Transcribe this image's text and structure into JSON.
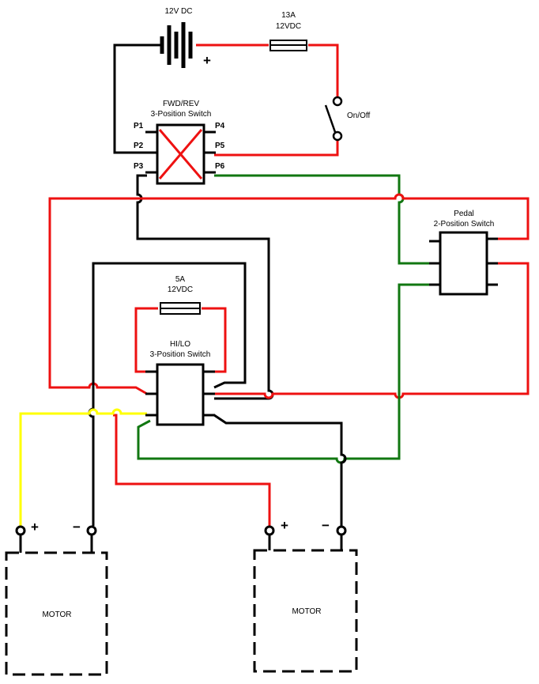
{
  "colors": {
    "positive": "#ee1111",
    "negative": "#000000",
    "control": "#117711",
    "motor_feed": "#ffff00"
  },
  "battery": {
    "label": "12V DC",
    "plus": "+"
  },
  "fuse_main": {
    "rating": "13A",
    "voltage": "12VDC"
  },
  "onoff_switch": {
    "label": "On/Off"
  },
  "fwd_rev_switch": {
    "title": "FWD/REV",
    "subtitle": "3-Position Switch",
    "pins": {
      "p1": "P1",
      "p2": "P2",
      "p3": "P3",
      "p4": "P4",
      "p5": "P5",
      "p6": "P6"
    }
  },
  "pedal_switch": {
    "title": "Pedal",
    "subtitle": "2-Position Switch"
  },
  "fuse_hilo": {
    "rating": "5A",
    "voltage": "12VDC"
  },
  "hilo_switch": {
    "title": "HI/LO",
    "subtitle": "3-Position Switch"
  },
  "motor_left": {
    "label": "MOTOR",
    "plus": "+",
    "minus": "−"
  },
  "motor_right": {
    "label": "MOTOR",
    "plus": "+",
    "minus": "−"
  }
}
